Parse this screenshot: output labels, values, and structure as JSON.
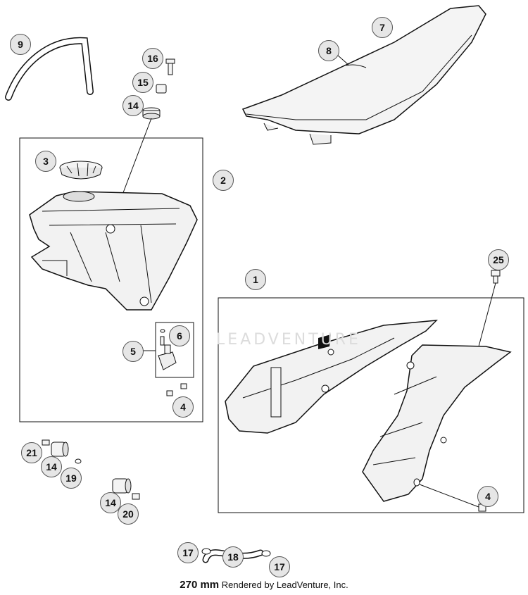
{
  "callouts": {
    "c1": "1",
    "c2": "2",
    "c3": "3",
    "c4a": "4",
    "c4b": "4",
    "c5": "5",
    "c6": "6",
    "c7": "7",
    "c8": "8",
    "c9": "9",
    "c14a": "14",
    "c14b": "14",
    "c14c": "14",
    "c15": "15",
    "c16": "16",
    "c17a": "17",
    "c17b": "17",
    "c18": "18",
    "c19": "19",
    "c20": "20",
    "c21": "21",
    "c25": "25"
  },
  "footer": {
    "dimension": "270 mm",
    "credit": "Rendered by LeadVenture, Inc."
  },
  "watermark": "LEADVENTURE",
  "colors": {
    "line": "#111111",
    "callout_fill": "#e6e6e6",
    "part_fill": "#f4f4f4"
  }
}
